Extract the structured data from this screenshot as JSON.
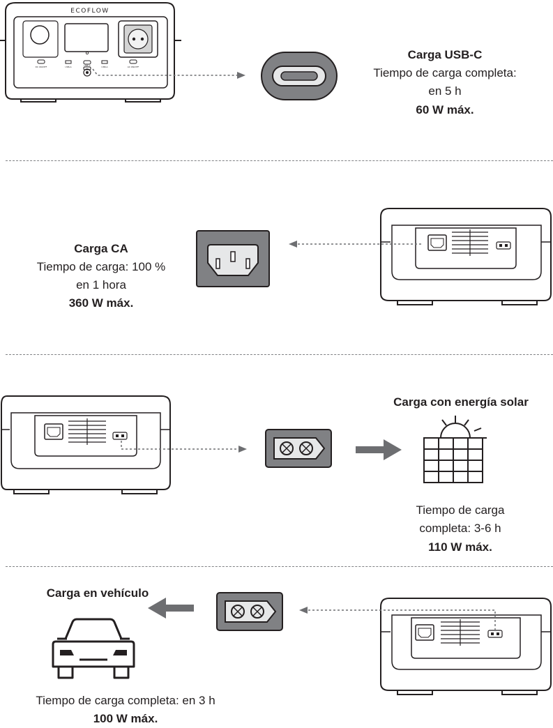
{
  "device": {
    "brand": "ECOFLOW"
  },
  "port_labels": [
    "DC ON/OFF",
    "USB-A",
    "USB-C",
    "USB-A",
    "AC ON/OFF"
  ],
  "usbc": {
    "title": "Carga USB-C",
    "line1": "Tiempo de carga completa:",
    "line2": "en 5 h",
    "power": "60 W máx."
  },
  "ac": {
    "title": "Carga CA",
    "line1": "Tiempo de carga: 100 %",
    "line2": "en 1 hora",
    "power": "360 W máx."
  },
  "solar": {
    "title": "Carga con energía solar",
    "line1": "Tiempo de carga",
    "line2": "completa: 3-6 h",
    "power": "110 W máx."
  },
  "car": {
    "title": "Carga en vehículo",
    "line1": "Tiempo de carga completa: en 3 h",
    "power": "100 W máx."
  },
  "icons": [
    "eco-device-front",
    "usb-c-port-icon",
    "ac-inlet-icon",
    "xt60-port-icon",
    "solar-panel-icon",
    "car-icon",
    "arrow-right-icon",
    "arrow-left-icon"
  ]
}
